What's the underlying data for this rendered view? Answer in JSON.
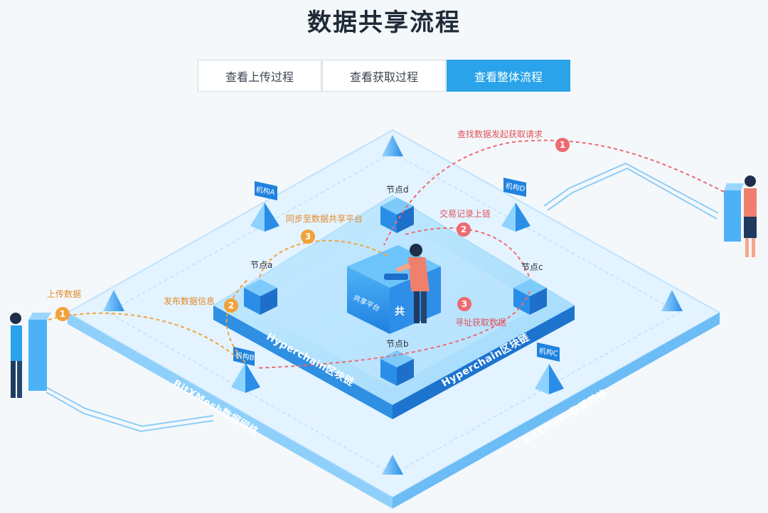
{
  "title": "数据共享流程",
  "tabs": [
    {
      "label": "查看上传过程"
    },
    {
      "label": "查看获取过程"
    },
    {
      "label": "查看整体流程"
    }
  ],
  "active_tab": 2,
  "diagram": {
    "hyperchain_label": "Hyperchain区块链",
    "bitxmesh_label": "BitXMesh数据网格",
    "platform_label": "共享平台",
    "platform_label_short": "共",
    "nodes": {
      "a": "节点a",
      "b": "节点b",
      "c": "节点c",
      "d": "节点d"
    },
    "institutions": {
      "A": "机构A",
      "B": "机构B",
      "C": "机构C",
      "D": "机构D"
    },
    "upload_steps": [
      {
        "num": "1",
        "label": "上传数据"
      },
      {
        "num": "2",
        "label": "发布数据信息"
      },
      {
        "num": "3",
        "label": "同步至数据共享平台"
      }
    ],
    "fetch_steps": [
      {
        "num": "1",
        "label": "查找数据发起获取请求"
      },
      {
        "num": "2",
        "label": "交易记录上链"
      },
      {
        "num": "3",
        "label": "寻址获取数据"
      }
    ],
    "colors": {
      "accent": "#2aa3ea",
      "upload": "#f2a23b",
      "fetch": "#ec6b71",
      "platform": "#3b9df0"
    }
  }
}
